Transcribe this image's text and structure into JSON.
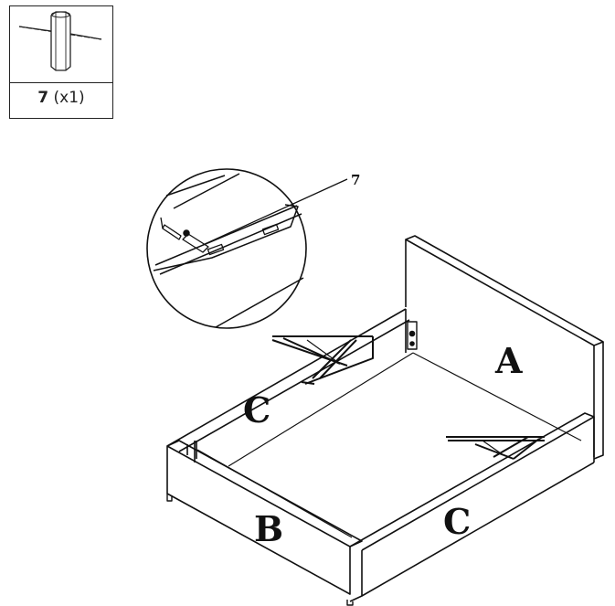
{
  "part": {
    "number": "7",
    "quantity": "(x1)"
  },
  "callout": {
    "label": "7"
  },
  "panels": {
    "headboard": "A",
    "front": "B",
    "side_left": "C",
    "side_right": "C"
  },
  "colors": {
    "line": "#111111",
    "background": "#ffffff"
  }
}
